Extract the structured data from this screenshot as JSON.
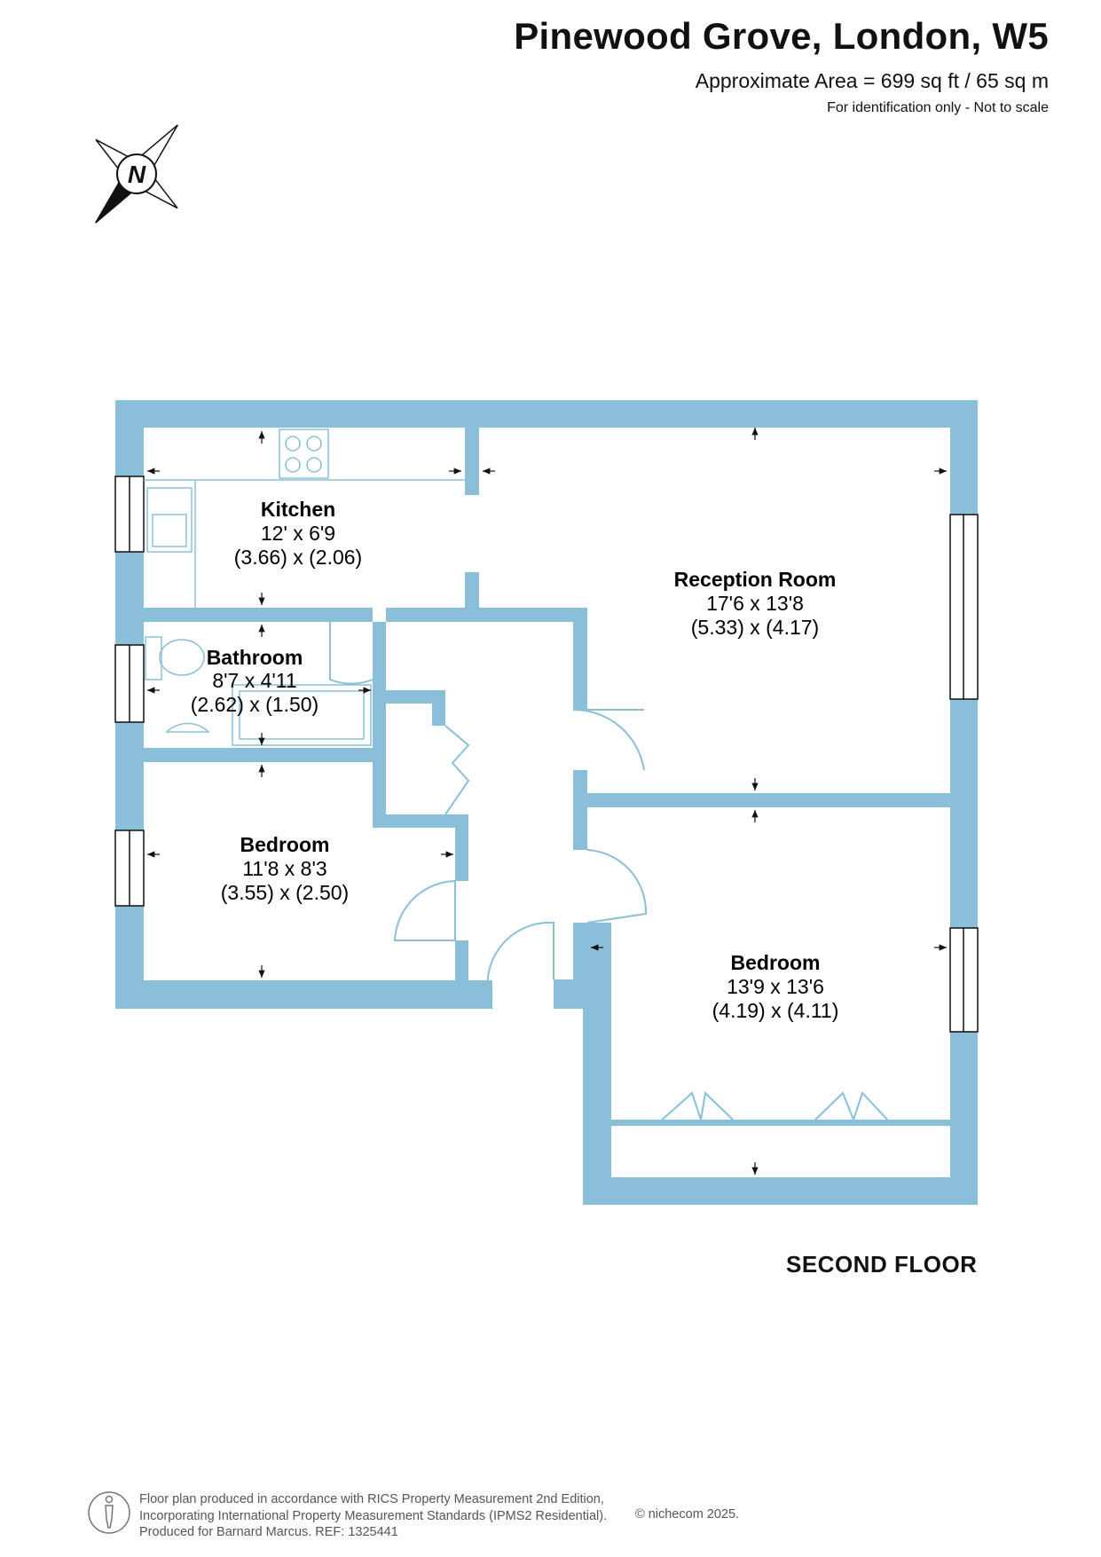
{
  "header": {
    "title": "Pinewood Grove, London, W5",
    "area": "Approximate Area = 699 sq ft / 65 sq m",
    "note": "For identification only - Not to scale"
  },
  "compass": {
    "letter": "N",
    "icon": "north-compass-icon"
  },
  "rooms": {
    "kitchen": {
      "name": "Kitchen",
      "imperial": "12' x 6'9",
      "metric": "(3.66) x (2.06)"
    },
    "reception": {
      "name": "Reception Room",
      "imperial": "17'6 x 13'8",
      "metric": "(5.33) x (4.17)"
    },
    "bathroom": {
      "name": "Bathroom",
      "imperial": "8'7 x 4'11",
      "metric": "(2.62) x (1.50)"
    },
    "bedroom1": {
      "name": "Bedroom",
      "imperial": "11'8 x 8'3",
      "metric": "(3.55) x (2.50)"
    },
    "bedroom2": {
      "name": "Bedroom",
      "imperial": "13'9 x 13'6",
      "metric": "(4.19) x (4.11)"
    }
  },
  "floor_label": "SECOND FLOOR",
  "footer": {
    "line1": "Floor plan produced in accordance with RICS Property Measurement 2nd Edition,",
    "line2": "Incorporating International Property Measurement Standards (IPMS2 Residential).",
    "line3": "Produced for Barnard Marcus.   REF:  1325441",
    "copyright": "© nichecom 2025.",
    "icon": "person-icon"
  },
  "colors": {
    "wall": "#8bbfd9",
    "line": "#111111"
  }
}
